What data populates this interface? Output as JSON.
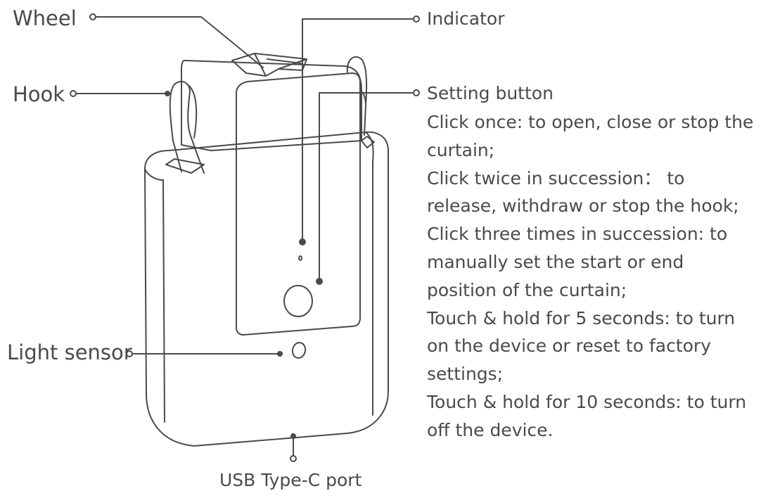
{
  "labels": {
    "wheel": "Wheel",
    "hook": "Hook",
    "light_sensor": "Light sensor",
    "indicator": "Indicator",
    "setting_button": "Setting button",
    "usb_port": "USB Type-C port"
  },
  "setting_button_description": [
    "Click once: to open, close or stop the curtain;",
    "Click twice in succession：  to release, withdraw or stop the hook;",
    "Click three times in succession: to manually set the start or end position of the curtain;",
    "Touch & hold for 5 seconds: to turn on the device or reset to factory settings;",
    "Touch & hold for 10 seconds: to turn off the device."
  ],
  "colors": {
    "line": "#4a4a4a",
    "text": "#4a4a4a",
    "background": "#ffffff"
  }
}
